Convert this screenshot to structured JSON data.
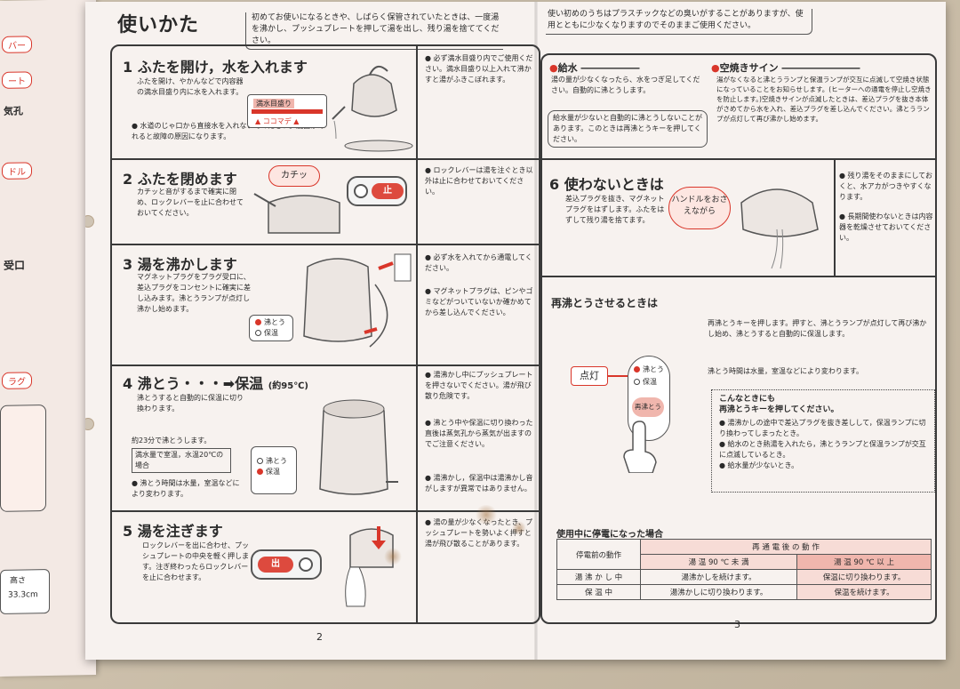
{
  "left_page": {
    "title": "使いかた",
    "intro": "初めてお使いになるときや、しばらく保管されていたときは、一度湯を沸かし、プッシュプレートを押して湯を出し、残り湯を捨ててください。",
    "steps": [
      {
        "num": "1",
        "heading": "ふたを開け，水を入れます",
        "body": "ふたを開け、やかんなどで内容器の満水目盛り内に水を入れます。",
        "bullet": "水道のじゃ口から直接水を入れないでください。底面がぬれると故障の原因になります。",
        "label1": "満水目盛り",
        "label2": "ココマデ",
        "note": "必ず満水目盛り内でご使用ください。満水目盛り以上入れて沸かすと湯がふきこぼれます。"
      },
      {
        "num": "2",
        "heading": "ふたを閉めます",
        "body": "カチッと音がするまで確実に閉め、ロックレバーを止に合わせておいてください。",
        "sfx": "カチッ",
        "btn": "止",
        "note": "ロックレバーは湯を注ぐとき以外は止に合わせておいてください。"
      },
      {
        "num": "3",
        "heading": "湯を沸かします",
        "body": "マグネットプラグをプラグ受口に、差込プラグをコンセントに確実に差し込みます。沸とうランプが点灯し沸かし始めます。",
        "lamp1": "沸とう",
        "lamp2": "保温",
        "note1": "必ず水を入れてから通電してください。",
        "note2": "マグネットプラグは、ピンやゴミなどがついていないか確かめてから差し込んでください。"
      },
      {
        "num": "4",
        "heading": "沸とう・・・➡保温",
        "heading_sub": "(約95℃)",
        "body": "沸とうすると自動的に保温に切り換わります。",
        "body2": "約23分で沸とうします。",
        "cond": "満水量で室温，水温20℃の場合",
        "bullet": "沸とう時間は水量，室温などにより変わります。",
        "lamp1": "沸とう",
        "lamp2": "保温",
        "note1": "湯沸かし中にプッシュプレートを押さないでください。湯が飛び散り危険です。",
        "note2": "沸とう中や保温に切り換わった直後は蒸気孔から蒸気が出ますのでご注意ください。",
        "note3": "湯沸かし，保温中は湯沸かし音がしますが異常ではありません。"
      },
      {
        "num": "5",
        "heading": "湯を注ぎます",
        "body": "ロックレバーを出に合わせ、プッシュプレートの中央を軽く押します。注ぎ終わったらロックレバーを止に合わせます。",
        "btn": "出",
        "note": "湯の量が少なくなったとき、プッシュプレートを勢いよく押すと湯が飛び散ることがあります。"
      }
    ],
    "page_number": "2"
  },
  "right_page": {
    "intro": "使い初めのうちはプラスチックなどの臭いがすることがありますが、使用とともに少なくなりますのでそのままご使用ください。",
    "kyusui_title": "給水",
    "kyusui_body": "湯の量が少なくなったら、水をつぎ足してください。自動的に沸とうします。",
    "kyusui_box": "給水量が少ないと自動的に沸とうしないことがあります。このときは再沸とうキーを押してください。",
    "karayaki_title": "空焼きサイン",
    "karayaki_body": "湯がなくなると沸とうランプと保温ランプが交互に点滅して空焼き状態になっていることをお知らせします。(ヒーターへの通電を停止し空焼きを防止します。)空焼きサインが点滅したときは、差込プラグを抜き本体がさめてから水を入れ、差込プラグを差し込んでください。沸とうランプが点灯して再び沸かし始めます。",
    "step6_num": "6",
    "step6_heading": "使わないときは",
    "step6_body": "差込プラグを抜き、マグネットプラグをはずします。ふたをはずして残り湯を捨てます。",
    "step6_bubble": "ハンドルをおさえながら",
    "step6_note1": "残り湯をそのままにしておくと、水アカがつきやすくなります。",
    "step6_note2": "長期間使わないときは内容器を乾燥させておいてください。",
    "reboil_title": "再沸とうさせるときは",
    "reboil_body": "再沸とうキーを押します。押すと、沸とうランプが点灯して再び沸かし始め、沸とうすると自動的に保温します。",
    "reboil_body2": "沸とう時間は水量，室温などにより変わります。",
    "reboil_callout": "点灯",
    "reboil_lamp1": "沸とう",
    "reboil_lamp2": "保温",
    "reboil_key": "再沸とう",
    "hint_title": "こんなときにも",
    "hint_title2": "再沸とうキーを押してください。",
    "hint_items": [
      "湯沸かしの途中で差込プラグを抜き差しして，保温ランプに切り換わってしまったとき。",
      "給水のとき熱湯を入れたら，沸とうランプと保温ランプが交互に点滅しているとき。",
      "給水量が少ないとき。"
    ],
    "outage_title": "使用中に停電になった場合",
    "outage_table": {
      "col_head": "再 通 電 後 の 動 作",
      "row_head": "停電前の動作",
      "sub1": "湯 温 90 ℃ 未 満",
      "sub2": "湯 温 90 ℃ 以 上",
      "rows": [
        {
          "label": "湯 沸 か し 中",
          "a": "湯沸かしを続けます。",
          "b": "保温に切り換わります。"
        },
        {
          "label": "保 温 中",
          "a": "湯沸かしに切り換わります。",
          "b": "保温を続けます。"
        }
      ]
    },
    "page_number": "3"
  },
  "left_sheet_tabs": [
    "バー",
    "ート",
    "ドル",
    "ラグ"
  ],
  "left_sheet_text": [
    "気孔",
    "受口",
    "高さ",
    "33.3cm"
  ],
  "colors": {
    "accent_red": "#d9362a",
    "pink": "#f0b6ad",
    "paper": "#f7f2ef"
  }
}
